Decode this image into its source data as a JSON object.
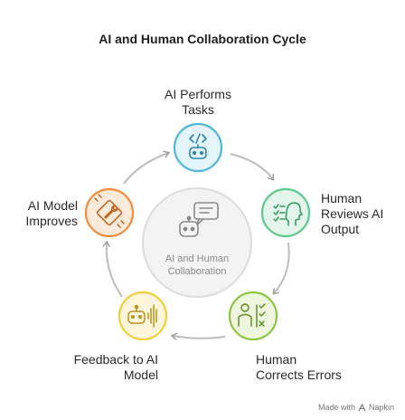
{
  "title": "AI and Human Collaboration Cycle",
  "center": {
    "label_line1": "AI and Human",
    "label_line2": "Collaboration",
    "icon": "robot-chat-icon"
  },
  "steps": [
    {
      "line1": "AI Performs",
      "line2": "Tasks",
      "line3": "",
      "icon": "robot-code-icon",
      "color": "#4fb6dc"
    },
    {
      "line1": "Human",
      "line2": "Reviews AI",
      "line3": "Output",
      "icon": "human-head-checklist-icon",
      "color": "#5ec98e"
    },
    {
      "line1": "Human",
      "line2": "Corrects Errors",
      "line3": "",
      "icon": "human-corrects-icon",
      "color": "#8dc63f"
    },
    {
      "line1": "Feedback to AI",
      "line2": "Model",
      "line3": "",
      "icon": "robot-feedback-icon",
      "color": "#f2cf3a"
    },
    {
      "line1": "AI Model",
      "line2": "Improves",
      "line3": "",
      "icon": "chip-wrench-icon",
      "color": "#f28b3a"
    }
  ],
  "watermark": {
    "prefix": "Made with",
    "brand": "Napkin"
  }
}
